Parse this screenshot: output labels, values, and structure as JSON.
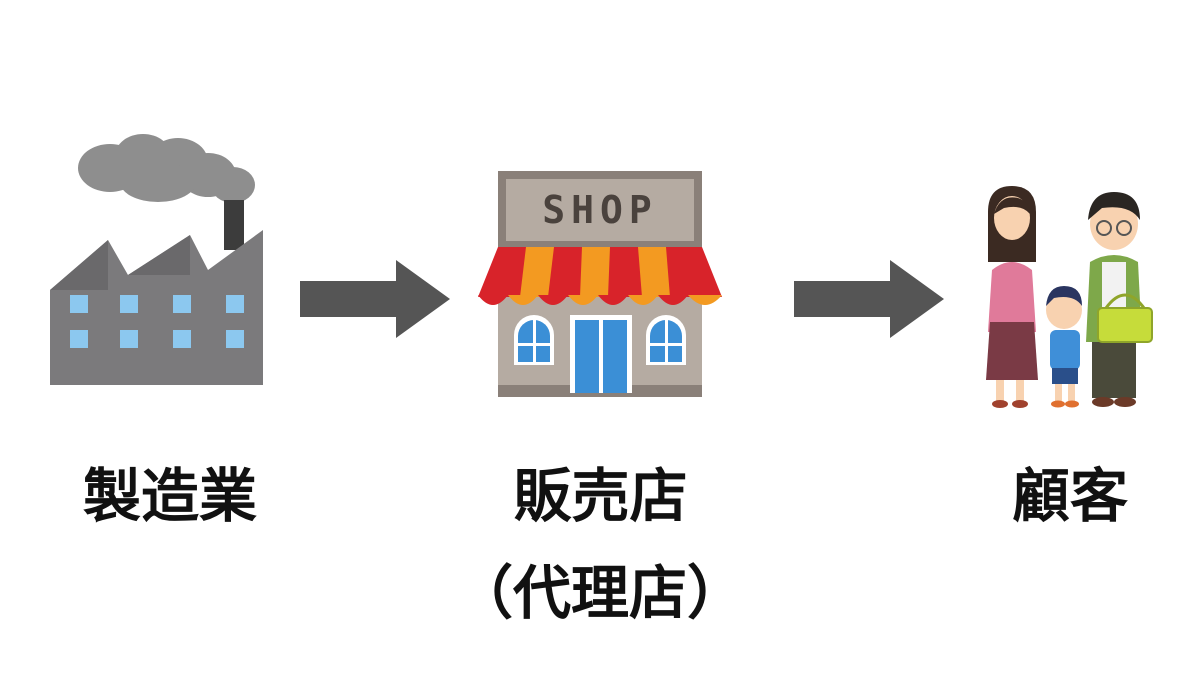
{
  "nodes": [
    {
      "id": "manufacturer",
      "label": "製造業",
      "icon": "factory-icon"
    },
    {
      "id": "retailer",
      "label": "販売店",
      "sublabel": "（代理店）",
      "icon": "shop-icon",
      "sign": "SHOP"
    },
    {
      "id": "customer",
      "label": "顧客",
      "icon": "family-icon"
    }
  ],
  "edges": [
    {
      "from": "manufacturer",
      "to": "retailer"
    },
    {
      "from": "retailer",
      "to": "customer"
    }
  ],
  "colors": {
    "arrow": "#555555",
    "factory_wall": "#7b7a7c",
    "smoke": "#8e8e8e",
    "window_blue": "#8cc8ef",
    "awning_red": "#d8232a",
    "awning_orange": "#f39a21",
    "shop_wall": "#b5aba2",
    "door_blue": "#3b8fd6"
  }
}
